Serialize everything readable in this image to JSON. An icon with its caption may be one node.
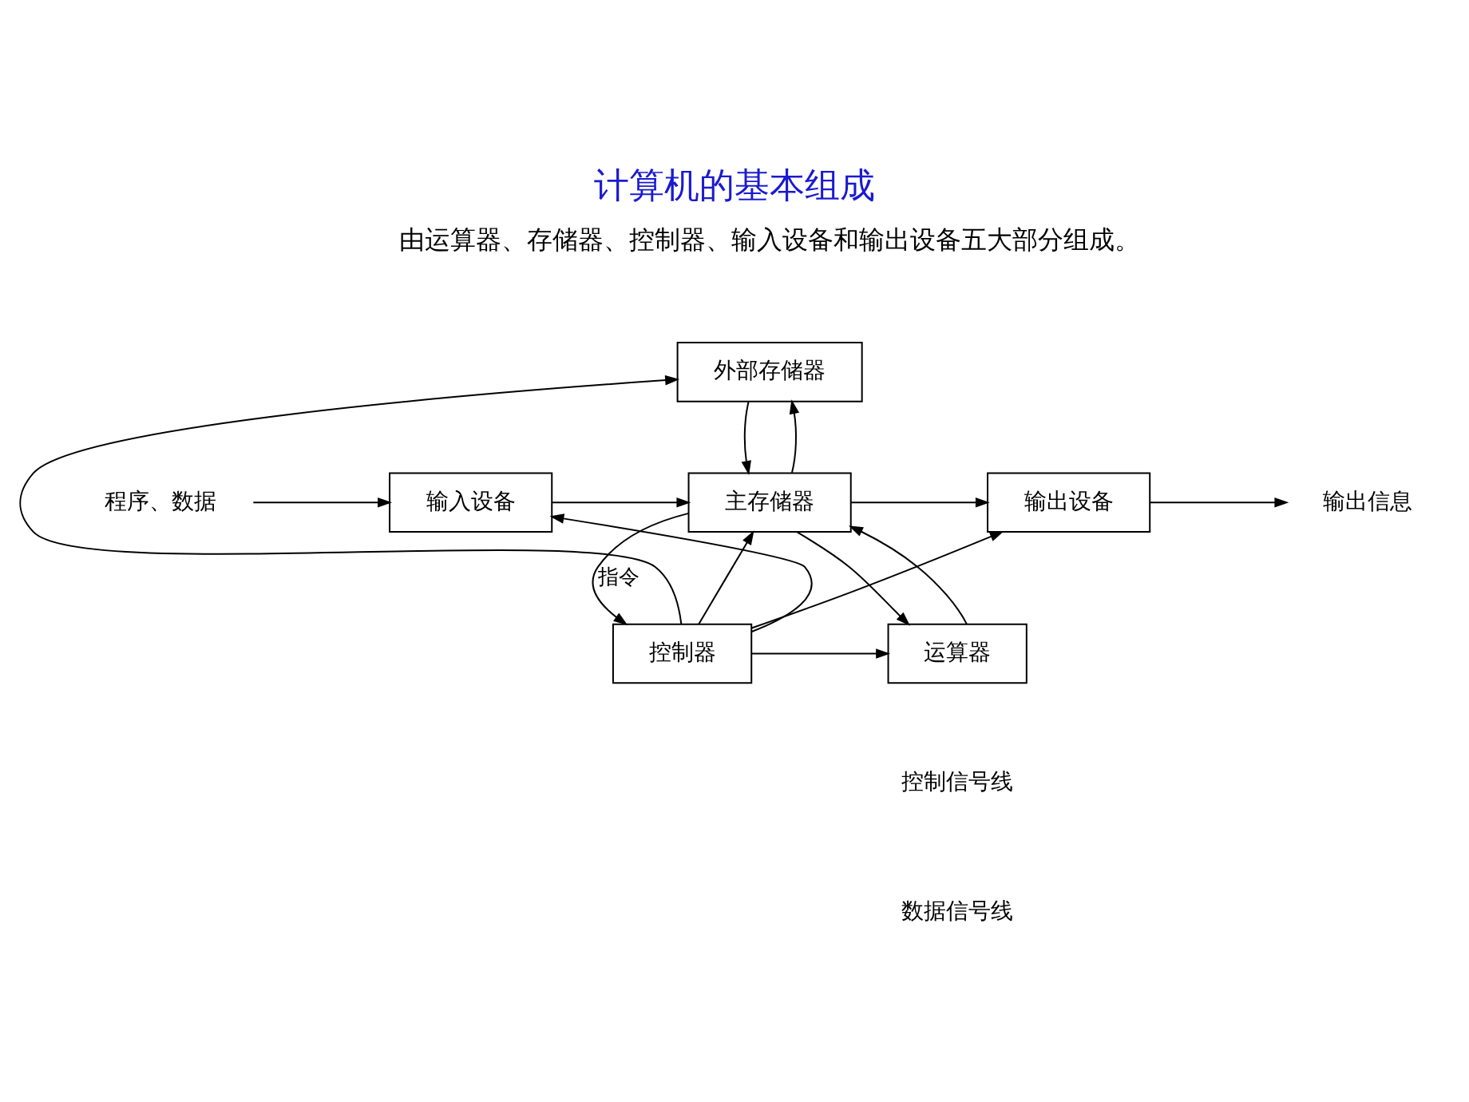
{
  "diagram": {
    "title": "计算机的基本组成",
    "nodes": [
      {
        "text": [
          "外部存储器"
        ]
      },
      {
        "text": [
          "程序、数据"
        ]
      },
      {
        "text": [
          "输入设备"
        ]
      },
      {
        "text": [
          "主存储器"
        ]
      },
      {
        "text": [
          "输出设备"
        ]
      },
      {
        "text": [
          "输出信息"
        ]
      },
      {
        "text": [
          "运算器"
        ]
      },
      {
        "text": [
          "控制器"
        ]
      }
    ],
    "edges": [
      {
        "from": 1,
        "to": 2,
        "arrow": "to"
      },
      {
        "from": 2,
        "to": 3,
        "arrow": "to"
      },
      {
        "from": 0,
        "to": 3,
        "arrow": "to"
      },
      {
        "from": 3,
        "to": 0,
        "arrow": "to"
      },
      {
        "from": 3,
        "to": 4,
        "arrow": "to"
      },
      {
        "from": 4,
        "to": 5,
        "arrow": "to"
      },
      {
        "from": 6,
        "to": 3,
        "arrow": "to"
      },
      {
        "from": 3,
        "to": 6,
        "arrow": "to"
      },
      {
        "from": 3,
        "to": 7,
        "arrow": "to",
        "label": "指令"
      },
      {
        "from": 7,
        "to": 3,
        "arrow": "to"
      },
      {
        "from": 7,
        "to": 6,
        "arrow": "to"
      },
      {
        "from": 7,
        "to": 0,
        "arrow": "to"
      },
      {
        "from": 7,
        "to": 4,
        "arrow": "to"
      },
      {
        "from": 7,
        "to": 2,
        "arrow": "to"
      }
    ],
    "labels": [
      "由运算器、存储器、控制器、输入设备和输出设备五大部分组成。"
    ],
    "legend": [
      {
        "text": "控制信号线"
      },
      {
        "text": "数据信号线"
      }
    ]
  }
}
